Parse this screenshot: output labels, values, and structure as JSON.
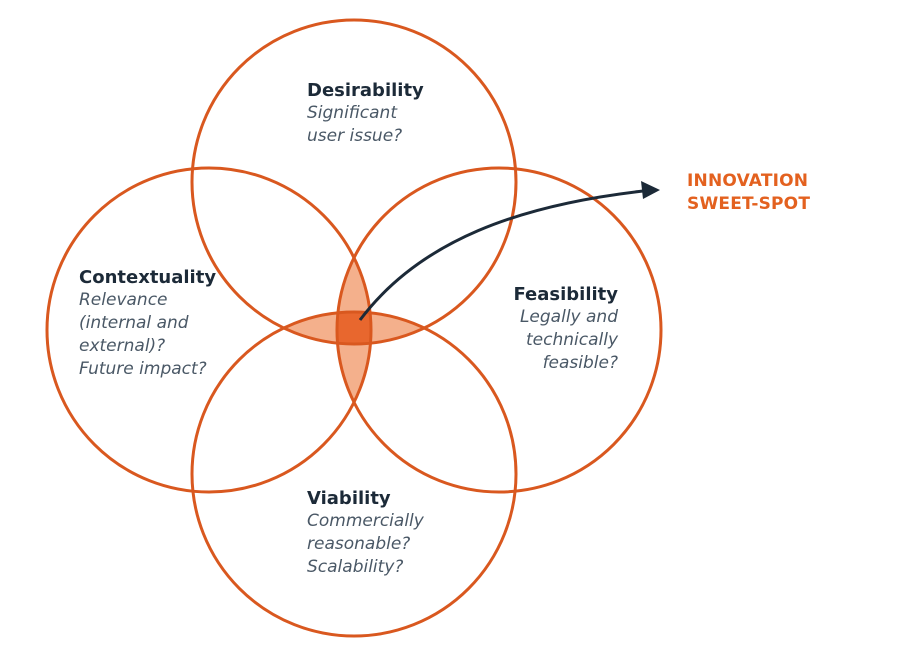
{
  "colors": {
    "circle_stroke": "#d9581f",
    "overlap_light": "#f4b08c",
    "overlap_core": "#e8672e",
    "arrow": "#1c2a38",
    "callout_text": "#e3611f",
    "title_text": "#1c2a38",
    "desc_text": "#4a5866"
  },
  "sections": {
    "desirability": {
      "title": "Desirability",
      "desc": "Significant\nuser issue?"
    },
    "contextuality": {
      "title": "Contextuality",
      "desc": "Relevance\n(internal and\nexternal)?\nFuture impact?"
    },
    "feasibility": {
      "title": "Feasibility",
      "desc": "Legally and\ntechnically\nfeasible?"
    },
    "viability": {
      "title": "Viability",
      "desc": "Commercially\nreasonable?\nScalability?"
    }
  },
  "callout": {
    "line1": "INNOVATION",
    "line2": "SWEET-SPOT"
  }
}
